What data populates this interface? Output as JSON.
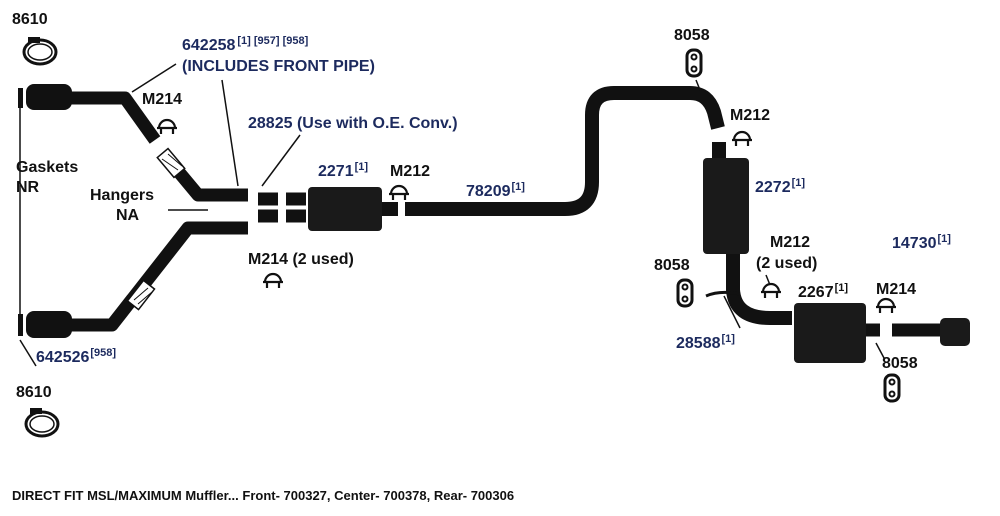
{
  "diagram": {
    "colors": {
      "ink": "#111111",
      "part_number": "#1c2a5e",
      "background": "#ffffff"
    },
    "labels": {
      "clamp_top": "8610",
      "clamp_bottom": "8610",
      "front_pipe_part": "642258",
      "front_pipe_refs": "[1] [957] [958]",
      "front_pipe_note": "(INCLUDES FRONT PIPE)",
      "hanger_m214_top": "M214",
      "oe_conv_note": "28825 (Use with O.E. Conv.)",
      "gaskets_line1": "Gaskets",
      "gaskets_line2": "NR",
      "hangers_line1": "Hangers",
      "hangers_line2": "NA",
      "front_muffler_part": "2271",
      "front_muffler_ref": "[1]",
      "hanger_m212_front": "M212",
      "mid_pipe_part": "78209",
      "mid_pipe_ref": "[1]",
      "hanger_m214_lower": "M214 (2 used)",
      "lower_pipe_part": "642526",
      "lower_pipe_ref": "[958]",
      "hanger_8058_top": "8058",
      "hanger_m212_center": "M212",
      "center_muffler_part": "2272",
      "center_muffler_ref": "[1]",
      "hanger_m212_rear_line1": "M212",
      "hanger_m212_rear_line2": "(2 used)",
      "hanger_8058_left": "8058",
      "tailpipe_part": "14730",
      "tailpipe_ref": "[1]",
      "rear_muffler_part": "2267",
      "rear_muffler_ref": "[1]",
      "hanger_m214_rear": "M214",
      "bracket_part": "28588",
      "bracket_ref": "[1]",
      "hanger_8058_bottom": "8058"
    },
    "icons": [
      "clamp-icon",
      "u-bolt-clamp-icon",
      "rubber-hanger-icon"
    ],
    "caption": "DIRECT FIT MSL/MAXIMUM Muffler... Front- 700327, Center- 700378, Rear- 700306"
  }
}
